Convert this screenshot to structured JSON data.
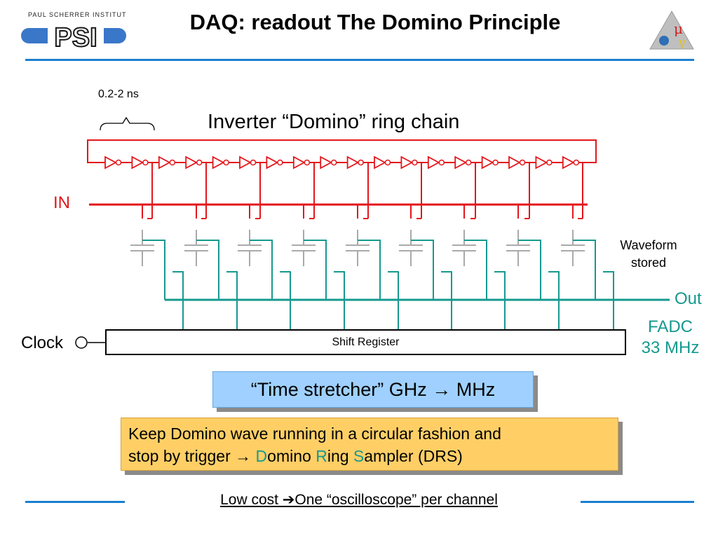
{
  "header": {
    "title": "DAQ: readout The Domino Principle",
    "institute": "PAUL SCHERRER INSTITUT",
    "logo_text": "PSI"
  },
  "diagram": {
    "delay_label": "0.2-2 ns",
    "chain_label": "Inverter “Domino” ring chain",
    "in_label": "IN",
    "waveform_line1": "Waveform",
    "waveform_line2": "stored",
    "out_label": "Out",
    "fadc_line1": "FADC",
    "fadc_line2": "33 MHz",
    "clock_label": "Clock",
    "shift_register_label": "Shift Register"
  },
  "callouts": {
    "time_stretcher": "“Time stretcher” GHz → MHz",
    "keep_line1": "Keep Domino wave running in a circular fashion and",
    "keep_line2_prefix": "stop by trigger → ",
    "d_letter": "D",
    "omino": "omino ",
    "r_letter": "R",
    "ing": "ing ",
    "s_letter": "S",
    "ampler": "ampler (DRS)"
  },
  "footer": {
    "text": "Low cost ➔One “oscilloscope” per channel"
  },
  "colors": {
    "red": "#e3161b",
    "teal": "#16998f",
    "blue_rule": "#1a7fd0",
    "callout_blue": "#9fd0ff",
    "callout_orange": "#ffcf66"
  }
}
